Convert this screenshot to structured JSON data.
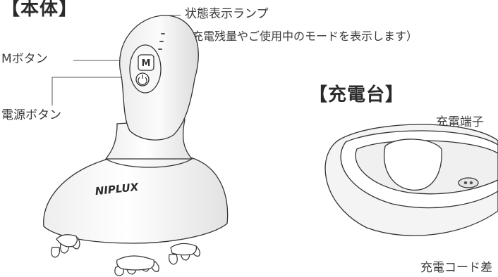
{
  "body_section": {
    "title": "【本体】",
    "labels": {
      "status_lamp": "状態表示ランプ",
      "status_lamp_note": "（充電残量やご使用中のモードを表示します）",
      "m_button": "Mボタン",
      "power_button": "電源ボタン"
    },
    "logo_text": "NIPLUX",
    "m_key": "M"
  },
  "charger_section": {
    "title": "【充電台】",
    "labels": {
      "charging_terminal": "充電端子",
      "charging_cord": "充電コード差"
    }
  }
}
